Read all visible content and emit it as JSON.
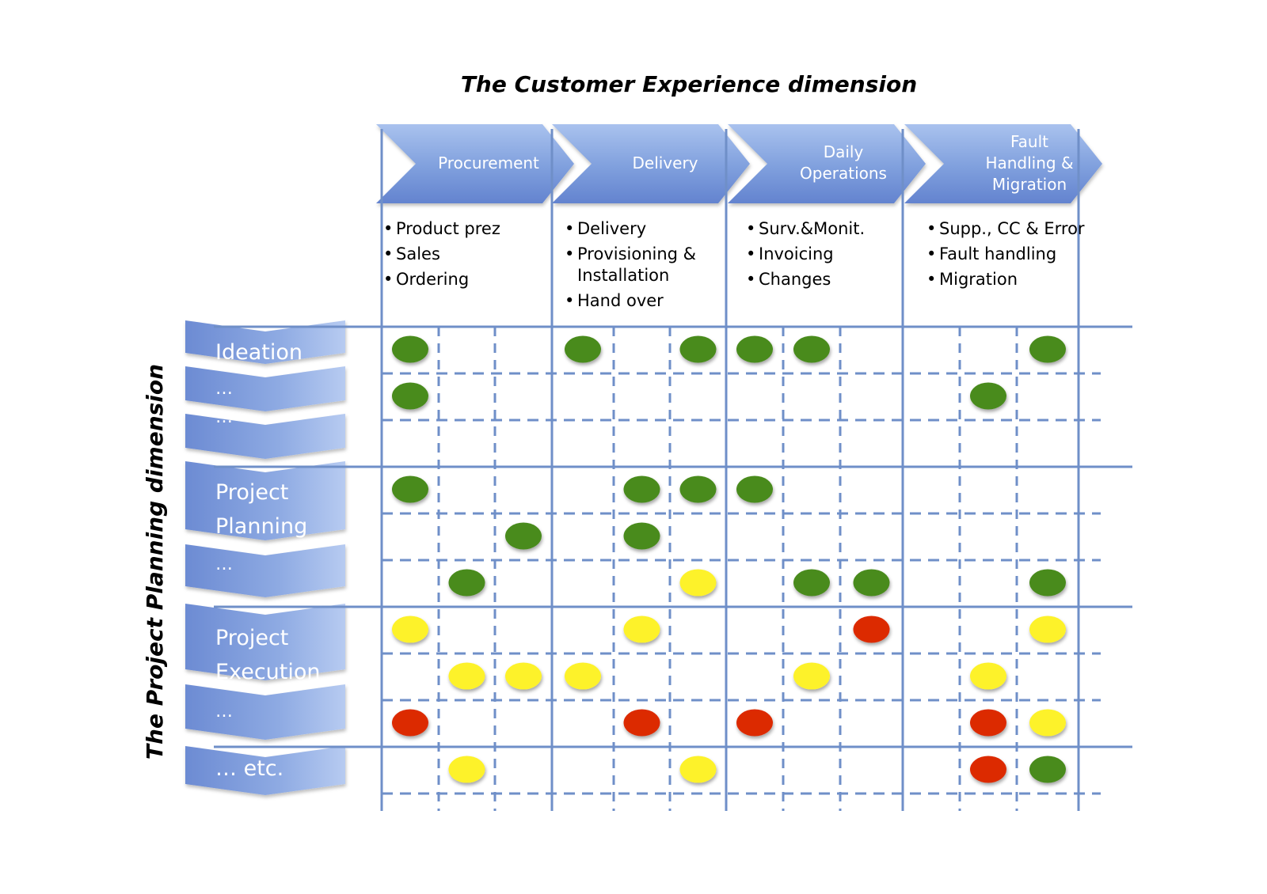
{
  "title_top": "The Customer Experience dimension",
  "title_side": "The Project Planning dimension",
  "phases": [
    {
      "lines": [
        "Procurement"
      ],
      "bullets": [
        [
          "Product prez"
        ],
        [
          "Sales"
        ],
        [
          "Ordering"
        ]
      ]
    },
    {
      "lines": [
        "Delivery"
      ],
      "bullets": [
        [
          "Delivery"
        ],
        [
          "Provisioning &",
          "Installation"
        ],
        [
          "Hand over"
        ]
      ]
    },
    {
      "lines": [
        "Daily",
        "Operations"
      ],
      "bullets": [
        [
          "Surv.&Monit."
        ],
        [
          "Invoicing"
        ],
        [
          "Changes"
        ]
      ]
    },
    {
      "lines": [
        "Fault",
        "Handling &",
        "Migration"
      ],
      "bullets": [
        [
          "Supp., CC & Error"
        ],
        [
          "Fault handling"
        ],
        [
          "Migration"
        ]
      ]
    }
  ],
  "row_labels": [
    [
      "Ideation"
    ],
    [
      "…"
    ],
    [
      "…"
    ],
    [
      "Project",
      "Planning"
    ],
    [
      "…"
    ],
    [
      "Project",
      "Execution"
    ],
    [
      "…"
    ],
    [
      "… etc."
    ]
  ],
  "status_colors": {
    "green": "#4a8b1f",
    "yellow": "#fdf22b",
    "red": "#dc2a06"
  },
  "chevron_color": "#7d9ede",
  "grid_color": "#6f8fc8",
  "dots": [
    {
      "row": 0,
      "col": 0,
      "status": "green"
    },
    {
      "row": 0,
      "col": 3,
      "status": "green"
    },
    {
      "row": 0,
      "col": 5,
      "status": "green"
    },
    {
      "row": 0,
      "col": 6,
      "status": "green"
    },
    {
      "row": 0,
      "col": 7,
      "status": "green"
    },
    {
      "row": 0,
      "col": 11,
      "status": "green"
    },
    {
      "row": 1,
      "col": 0,
      "status": "green"
    },
    {
      "row": 1,
      "col": 10,
      "status": "green"
    },
    {
      "row": 3,
      "col": 0,
      "status": "green"
    },
    {
      "row": 3,
      "col": 4,
      "status": "green"
    },
    {
      "row": 3,
      "col": 5,
      "status": "green"
    },
    {
      "row": 3,
      "col": 6,
      "status": "green"
    },
    {
      "row": 4,
      "col": 2,
      "status": "green"
    },
    {
      "row": 4,
      "col": 4,
      "status": "green"
    },
    {
      "row": 5,
      "col": 1,
      "status": "green"
    },
    {
      "row": 5,
      "col": 5,
      "status": "yellow"
    },
    {
      "row": 5,
      "col": 7,
      "status": "green"
    },
    {
      "row": 5,
      "col": 8,
      "status": "green"
    },
    {
      "row": 5,
      "col": 11,
      "status": "green"
    },
    {
      "row": 6,
      "col": 0,
      "status": "yellow"
    },
    {
      "row": 6,
      "col": 4,
      "status": "yellow"
    },
    {
      "row": 6,
      "col": 8,
      "status": "red"
    },
    {
      "row": 6,
      "col": 11,
      "status": "yellow"
    },
    {
      "row": 7,
      "col": 1,
      "status": "yellow"
    },
    {
      "row": 7,
      "col": 2,
      "status": "yellow"
    },
    {
      "row": 7,
      "col": 3,
      "status": "yellow"
    },
    {
      "row": 7,
      "col": 7,
      "status": "yellow"
    },
    {
      "row": 7,
      "col": 10,
      "status": "yellow"
    },
    {
      "row": 8,
      "col": 0,
      "status": "red"
    },
    {
      "row": 8,
      "col": 4,
      "status": "red"
    },
    {
      "row": 8,
      "col": 6,
      "status": "red"
    },
    {
      "row": 8,
      "col": 10,
      "status": "red"
    },
    {
      "row": 8,
      "col": 11,
      "status": "yellow"
    },
    {
      "row": 9,
      "col": 1,
      "status": "yellow"
    },
    {
      "row": 9,
      "col": 5,
      "status": "yellow"
    },
    {
      "row": 9,
      "col": 10,
      "status": "red"
    },
    {
      "row": 9,
      "col": 11,
      "status": "green"
    }
  ]
}
